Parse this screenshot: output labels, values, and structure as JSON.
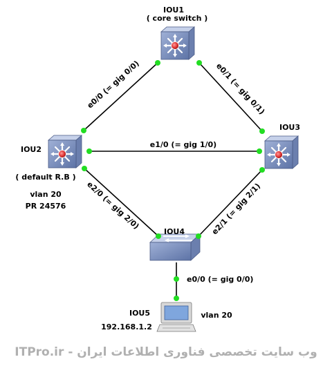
{
  "devices": {
    "iou1": {
      "name": "IOU1",
      "sub": "( core switch )"
    },
    "iou2": {
      "name": "IOU2",
      "sub": "( default R.B )",
      "vlan": "vlan 20",
      "pr": "PR 24576"
    },
    "iou3": {
      "name": "IOU3"
    },
    "iou4": {
      "name": "IOU4"
    },
    "iou5": {
      "name": "IOU5",
      "ip": "192.168.1.2",
      "vlan": "vlan 20"
    }
  },
  "links": {
    "iou1_iou2": "e0/0 (= gig 0/0)",
    "iou1_iou3": "e0/1 (= gig 0/1)",
    "iou2_iou3": "e1/0 (= gig 1/0)",
    "iou2_iou4": "e2/0 (= gig 2/0)",
    "iou3_iou4": "e2/1 (= gig 2/1)",
    "iou4_iou5": "e0/0 (= gig 0/0)"
  },
  "footer": "ITPro.ir - وب سایت تخصصی فناوری اطلاعات ایران",
  "colors": {
    "link": "#000000",
    "port_dot": "#22dd22",
    "switch_face": "#7f93c0",
    "switch_top": "#b7c4e2",
    "router_center": "#e23a3a",
    "footer_text": "#b0b0b0"
  }
}
